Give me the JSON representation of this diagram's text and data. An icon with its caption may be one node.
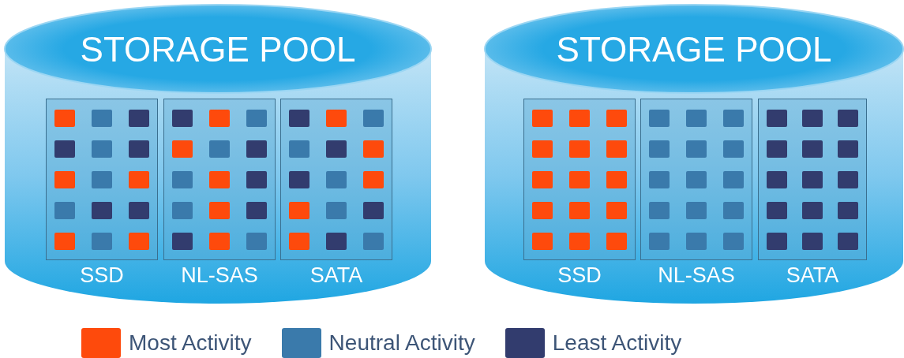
{
  "diagram": {
    "nodes": [
      {
        "text": [
          "STORAGE POOL"
        ]
      },
      {
        "text": [
          "SSD"
        ],
        "in": 0
      },
      {
        "text": [
          "NL-SAS"
        ],
        "in": 0
      },
      {
        "text": [
          "SATA"
        ],
        "in": 0
      },
      {
        "text": [
          "STORAGE POOL"
        ]
      },
      {
        "text": [
          "SSD"
        ],
        "in": 4
      },
      {
        "text": [
          "NL-SAS"
        ],
        "in": 4
      },
      {
        "text": [
          "SATA"
        ],
        "in": 4
      }
    ],
    "legend": [
      {
        "text": "Most Activity",
        "color": "#fe4a0c"
      },
      {
        "text": "Neutral Activity",
        "color": "#3a7aab"
      },
      {
        "text": "Least Activity",
        "color": "#323c6e"
      }
    ]
  }
}
